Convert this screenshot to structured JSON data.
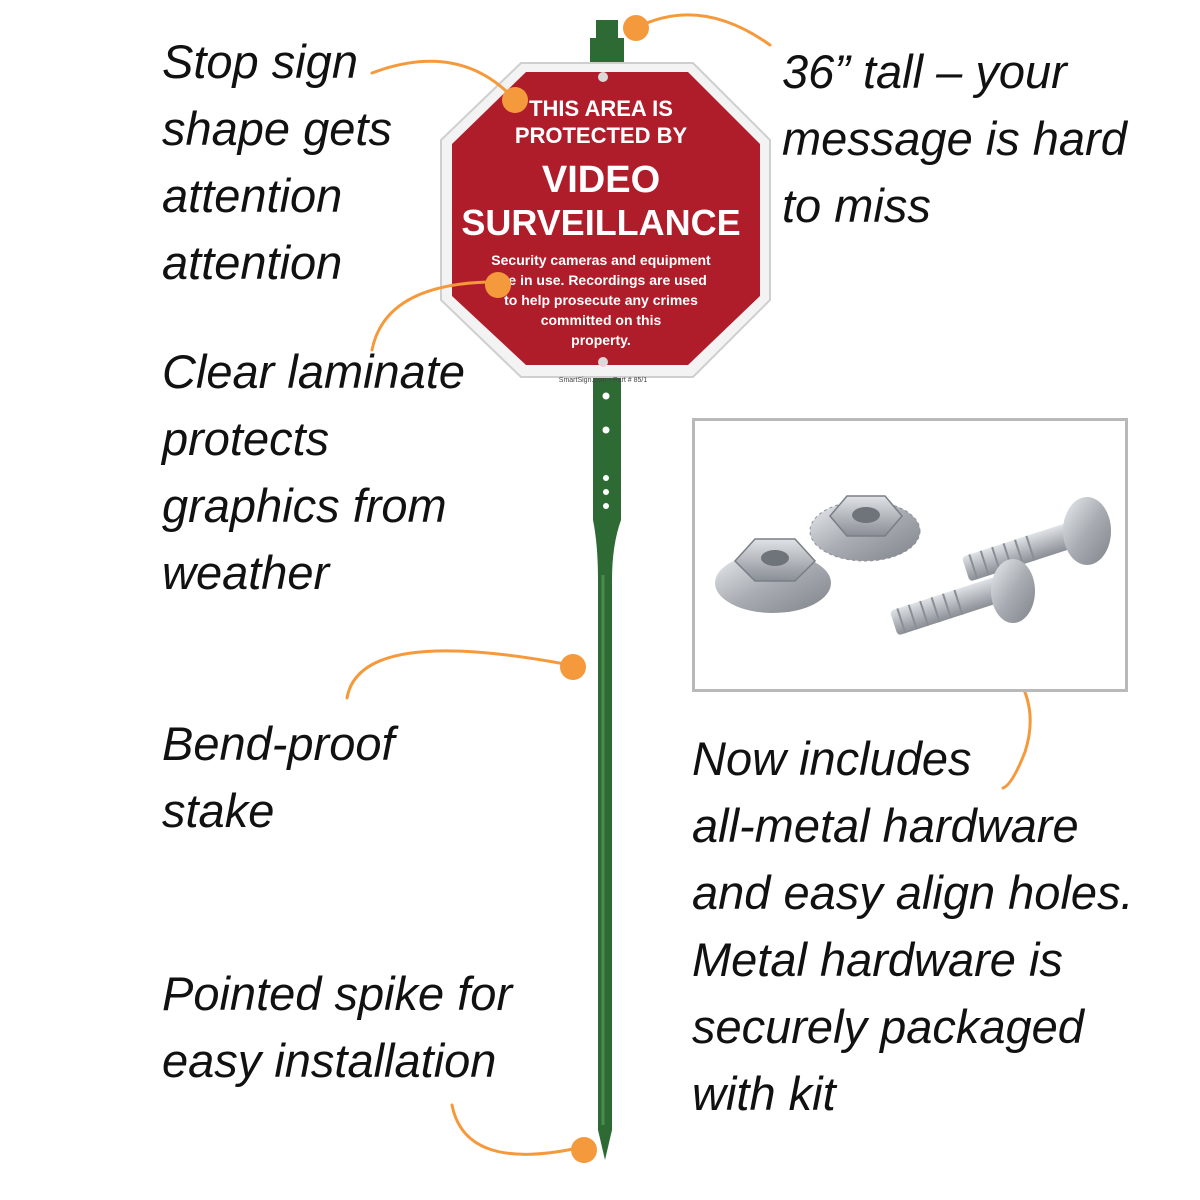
{
  "colors": {
    "accent_orange": "#f59a3c",
    "sign_red": "#b01d2a",
    "stake_green": "#2e6b34",
    "box_border": "#b9b9b9"
  },
  "callouts": {
    "stop_sign": [
      "Stop sign",
      "shape gets",
      "attention",
      "attention"
    ],
    "height": [
      "36” tall – your",
      "message is hard",
      "to miss"
    ],
    "laminate": [
      "Clear laminate",
      "protects",
      "graphics from",
      "weather"
    ],
    "stake": [
      "Bend-proof",
      "stake"
    ],
    "spike": [
      "Pointed spike for",
      "easy installation"
    ],
    "hardware": [
      "Now includes",
      "all-metal hardware",
      "and easy align holes.",
      "Metal hardware is",
      "securely packaged",
      "with kit"
    ]
  },
  "sign": {
    "line1": "THIS AREA IS",
    "line2": "PROTECTED BY",
    "title1": "VIDEO",
    "title2": "SURVEILLANCE",
    "body1": "Security cameras and equipment",
    "body2": "are in use. Recordings are used",
    "body3": "to help prosecute any crimes",
    "body4": "committed on this",
    "body5": "property.",
    "footer": "SmartSign.com • Part # 85/1"
  },
  "icons": [
    "bolt-icon",
    "nut-icon",
    "flange-nut-icon",
    "callout-dot-icon"
  ]
}
